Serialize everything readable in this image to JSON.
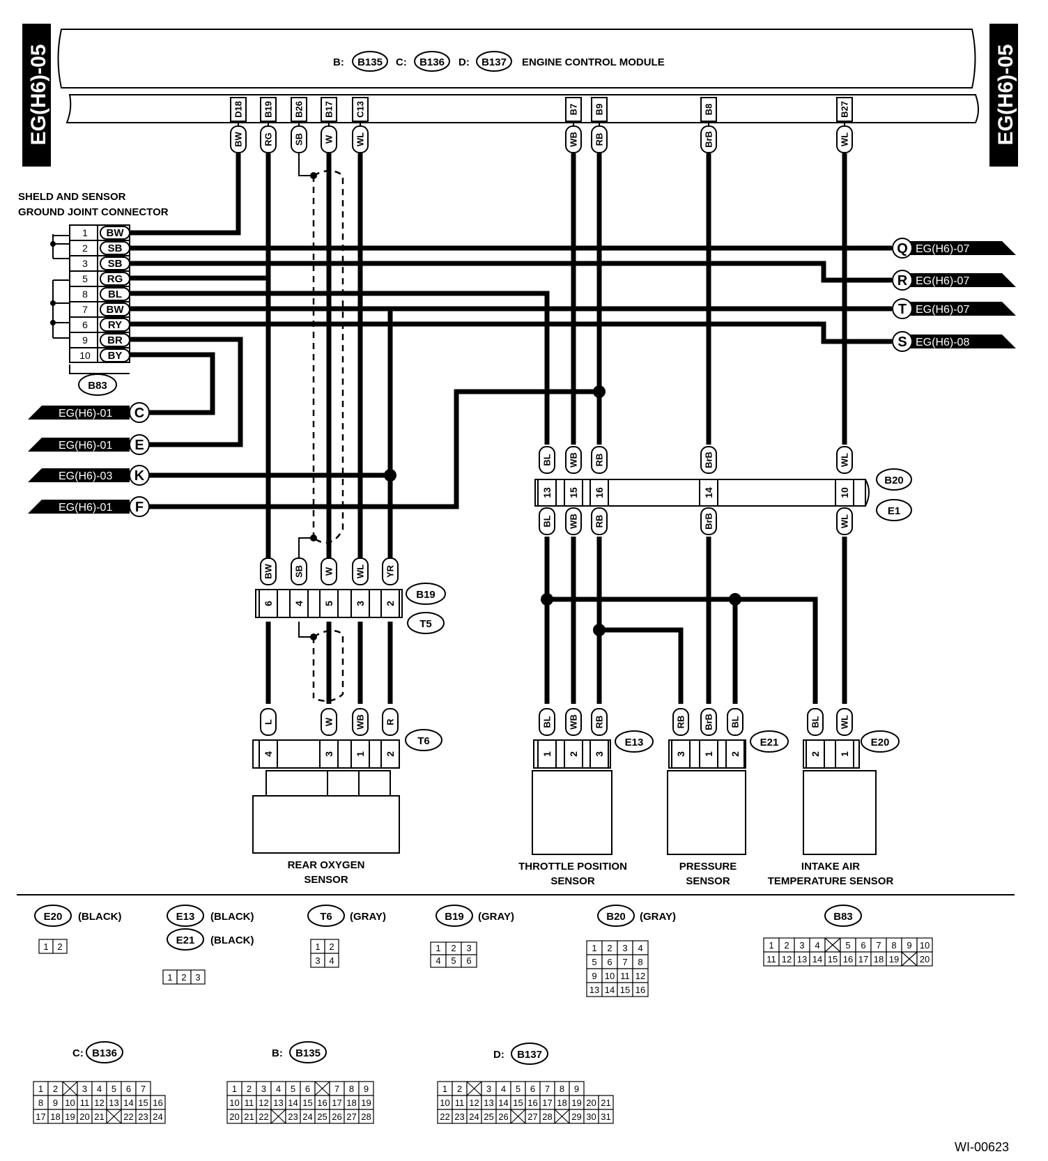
{
  "side_tabs": {
    "left": "EG(H6)-05",
    "right": "EG(H6)-05"
  },
  "ecm": {
    "b_label": "B:",
    "b_id": "B135",
    "c_label": "C:",
    "c_id": "B136",
    "d_label": "D:",
    "d_id": "B137",
    "name": "ENGINE CONTROL MODULE"
  },
  "ecm_pins": [
    {
      "pin": "D18",
      "color": "BW"
    },
    {
      "pin": "B19",
      "color": "RG"
    },
    {
      "pin": "B26",
      "color": "SB"
    },
    {
      "pin": "B17",
      "color": "W"
    },
    {
      "pin": "C13",
      "color": "WL"
    },
    {
      "pin": "B7",
      "color": "WB"
    },
    {
      "pin": "B9",
      "color": "RB"
    },
    {
      "pin": "B8",
      "color": "BrB"
    },
    {
      "pin": "B27",
      "color": "WL"
    }
  ],
  "ground_connector": {
    "title_line1": "SHELD AND SENSOR",
    "title_line2": "GROUND JOINT CONNECTOR",
    "id": "B83",
    "rows": [
      {
        "pin": "1",
        "color": "BW"
      },
      {
        "pin": "2",
        "color": "SB"
      },
      {
        "pin": "3",
        "color": "SB"
      },
      {
        "pin": "5",
        "color": "RG"
      },
      {
        "pin": "8",
        "color": "BL"
      },
      {
        "pin": "7",
        "color": "BW"
      },
      {
        "pin": "6",
        "color": "RY"
      },
      {
        "pin": "9",
        "color": "BR"
      },
      {
        "pin": "10",
        "color": "BY"
      }
    ]
  },
  "right_refs": [
    {
      "letter": "Q",
      "ref": "EG(H6)-07"
    },
    {
      "letter": "R",
      "ref": "EG(H6)-07"
    },
    {
      "letter": "T",
      "ref": "EG(H6)-07"
    },
    {
      "letter": "S",
      "ref": "EG(H6)-08"
    }
  ],
  "left_refs": [
    {
      "letter": "C",
      "ref": "EG(H6)-01"
    },
    {
      "letter": "E",
      "ref": "EG(H6)-01"
    },
    {
      "letter": "K",
      "ref": "EG(H6)-03"
    },
    {
      "letter": "F",
      "ref": "EG(H6)-01"
    }
  ],
  "b20_e1": {
    "top_id": "B20",
    "bottom_id": "E1",
    "pins": [
      {
        "pin": "13",
        "top": "BL",
        "bottom": "BL"
      },
      {
        "pin": "15",
        "top": "WB",
        "bottom": "WB"
      },
      {
        "pin": "16",
        "top": "RB",
        "bottom": "RB"
      },
      {
        "pin": "14",
        "top": "BrB",
        "bottom": "BrB"
      },
      {
        "pin": "10",
        "top": "WL",
        "bottom": "WL"
      }
    ]
  },
  "b19_t5": {
    "top_id": "B19",
    "bottom_id": "T5",
    "pins": [
      {
        "pin": "6",
        "color": "BW"
      },
      {
        "pin": "4",
        "color": "SB"
      },
      {
        "pin": "5",
        "color": "W"
      },
      {
        "pin": "3",
        "color": "WL"
      },
      {
        "pin": "2",
        "color": "YR"
      }
    ]
  },
  "t6": {
    "id": "T6",
    "pins": [
      {
        "pin": "4",
        "color": "L"
      },
      {
        "pin": "3",
        "color": "W"
      },
      {
        "pin": "1",
        "color": "WB"
      },
      {
        "pin": "2",
        "color": "R"
      }
    ]
  },
  "e13": {
    "id": "E13",
    "pins": [
      {
        "pin": "1",
        "color": "BL"
      },
      {
        "pin": "2",
        "color": "WB"
      },
      {
        "pin": "3",
        "color": "RB"
      }
    ]
  },
  "e21": {
    "id": "E21",
    "pins": [
      {
        "pin": "3",
        "color": "RB"
      },
      {
        "pin": "1",
        "color": "BrB"
      },
      {
        "pin": "2",
        "color": "BL"
      }
    ]
  },
  "e20": {
    "id": "E20",
    "pins": [
      {
        "pin": "2",
        "color": "BL"
      },
      {
        "pin": "1",
        "color": "WL"
      }
    ]
  },
  "sensors": {
    "rear_o2": [
      "REAR OXYGEN",
      "SENSOR"
    ],
    "throttle": [
      "THROTTLE POSITION",
      "SENSOR"
    ],
    "pressure": [
      "PRESSURE",
      "SENSOR"
    ],
    "intake": [
      "INTAKE AIR",
      "TEMPERATURE SENSOR"
    ]
  },
  "legend": {
    "e20": {
      "id": "E20",
      "color": "(BLACK)",
      "rows": [
        [
          "1",
          "2"
        ]
      ]
    },
    "e13": {
      "id": "E13",
      "color": "(BLACK)"
    },
    "e21": {
      "id": "E21",
      "color": "(BLACK)",
      "rows": [
        [
          "1",
          "2",
          "3"
        ]
      ]
    },
    "t6": {
      "id": "T6",
      "color": "(GRAY)",
      "rows": [
        [
          "1",
          "2"
        ],
        [
          "3",
          "4"
        ]
      ]
    },
    "b19": {
      "id": "B19",
      "color": "(GRAY)",
      "rows": [
        [
          "1",
          "2",
          "3"
        ],
        [
          "4",
          "5",
          "6"
        ]
      ]
    },
    "b20": {
      "id": "B20",
      "color": "(GRAY)",
      "rows": [
        [
          "1",
          "2",
          "3",
          "4"
        ],
        [
          "5",
          "6",
          "7",
          "8"
        ],
        [
          "9",
          "10",
          "11",
          "12"
        ],
        [
          "13",
          "14",
          "15",
          "16"
        ]
      ]
    },
    "b83": {
      "id": "B83",
      "rows": [
        [
          "1",
          "2",
          "3",
          "4",
          "",
          "5",
          "6",
          "7",
          "8",
          "9",
          "10"
        ],
        [
          "11",
          "12",
          "13",
          "14",
          "15",
          "16",
          "17",
          "18",
          "19",
          "",
          "20"
        ]
      ]
    },
    "b136": {
      "prefix": "C:",
      "id": "B136",
      "rows": [
        [
          "1",
          "2",
          "",
          "3",
          "4",
          "5",
          "6",
          "7"
        ],
        [
          "8",
          "9",
          "10",
          "11",
          "12",
          "13",
          "14",
          "15",
          "16"
        ],
        [
          "17",
          "18",
          "19",
          "20",
          "21",
          "",
          "22",
          "23",
          "24"
        ]
      ]
    },
    "b135": {
      "prefix": "B:",
      "id": "B135",
      "rows": [
        [
          "1",
          "2",
          "3",
          "4",
          "5",
          "6",
          "",
          "7",
          "8",
          "9"
        ],
        [
          "10",
          "11",
          "12",
          "13",
          "14",
          "15",
          "16",
          "17",
          "18",
          "19"
        ],
        [
          "20",
          "21",
          "22",
          "",
          "23",
          "24",
          "25",
          "26",
          "27",
          "28"
        ]
      ]
    },
    "b137": {
      "prefix": "D:",
      "id": "B137",
      "rows": [
        [
          "1",
          "2",
          "",
          "3",
          "4",
          "5",
          "6",
          "7",
          "8",
          "9"
        ],
        [
          "10",
          "11",
          "12",
          "13",
          "14",
          "15",
          "16",
          "17",
          "18",
          "19",
          "20",
          "21"
        ],
        [
          "22",
          "23",
          "24",
          "25",
          "26",
          "",
          "27",
          "28",
          "",
          "29",
          "30",
          "31"
        ]
      ]
    }
  },
  "figure_id": "WI-00623"
}
